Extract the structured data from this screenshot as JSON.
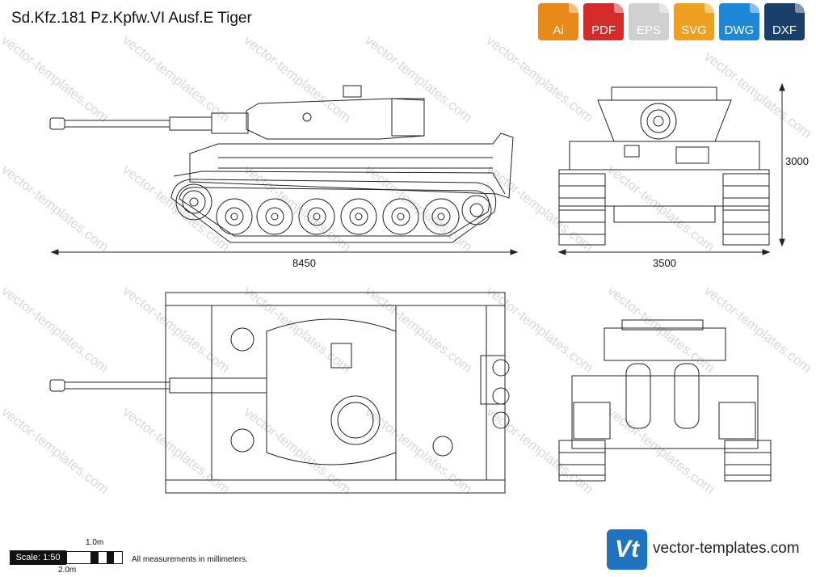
{
  "title": "Sd.Kfz.181 Pz.Kpfw.VI Ausf.E Tiger",
  "formats": [
    {
      "label": "Ai",
      "color": "#e88a1a"
    },
    {
      "label": "PDF",
      "color": "#d42b2b"
    },
    {
      "label": "EPS",
      "color": "#d0d0d0"
    },
    {
      "label": "SVG",
      "color": "#f0a020"
    },
    {
      "label": "DWG",
      "color": "#1e88d8"
    },
    {
      "label": "DXF",
      "color": "#1b3f6b"
    }
  ],
  "dimensions": {
    "length": "8450",
    "width": "3500",
    "height": "3000"
  },
  "scale": {
    "label": "Scale: 1:50",
    "marker_1": "1.0m",
    "marker_2": "2.0m"
  },
  "note": "All measurements in millimeters.",
  "watermark": "vector-templates.com",
  "brand": {
    "logo_text": "Vt",
    "name": "vector-templates.com"
  }
}
